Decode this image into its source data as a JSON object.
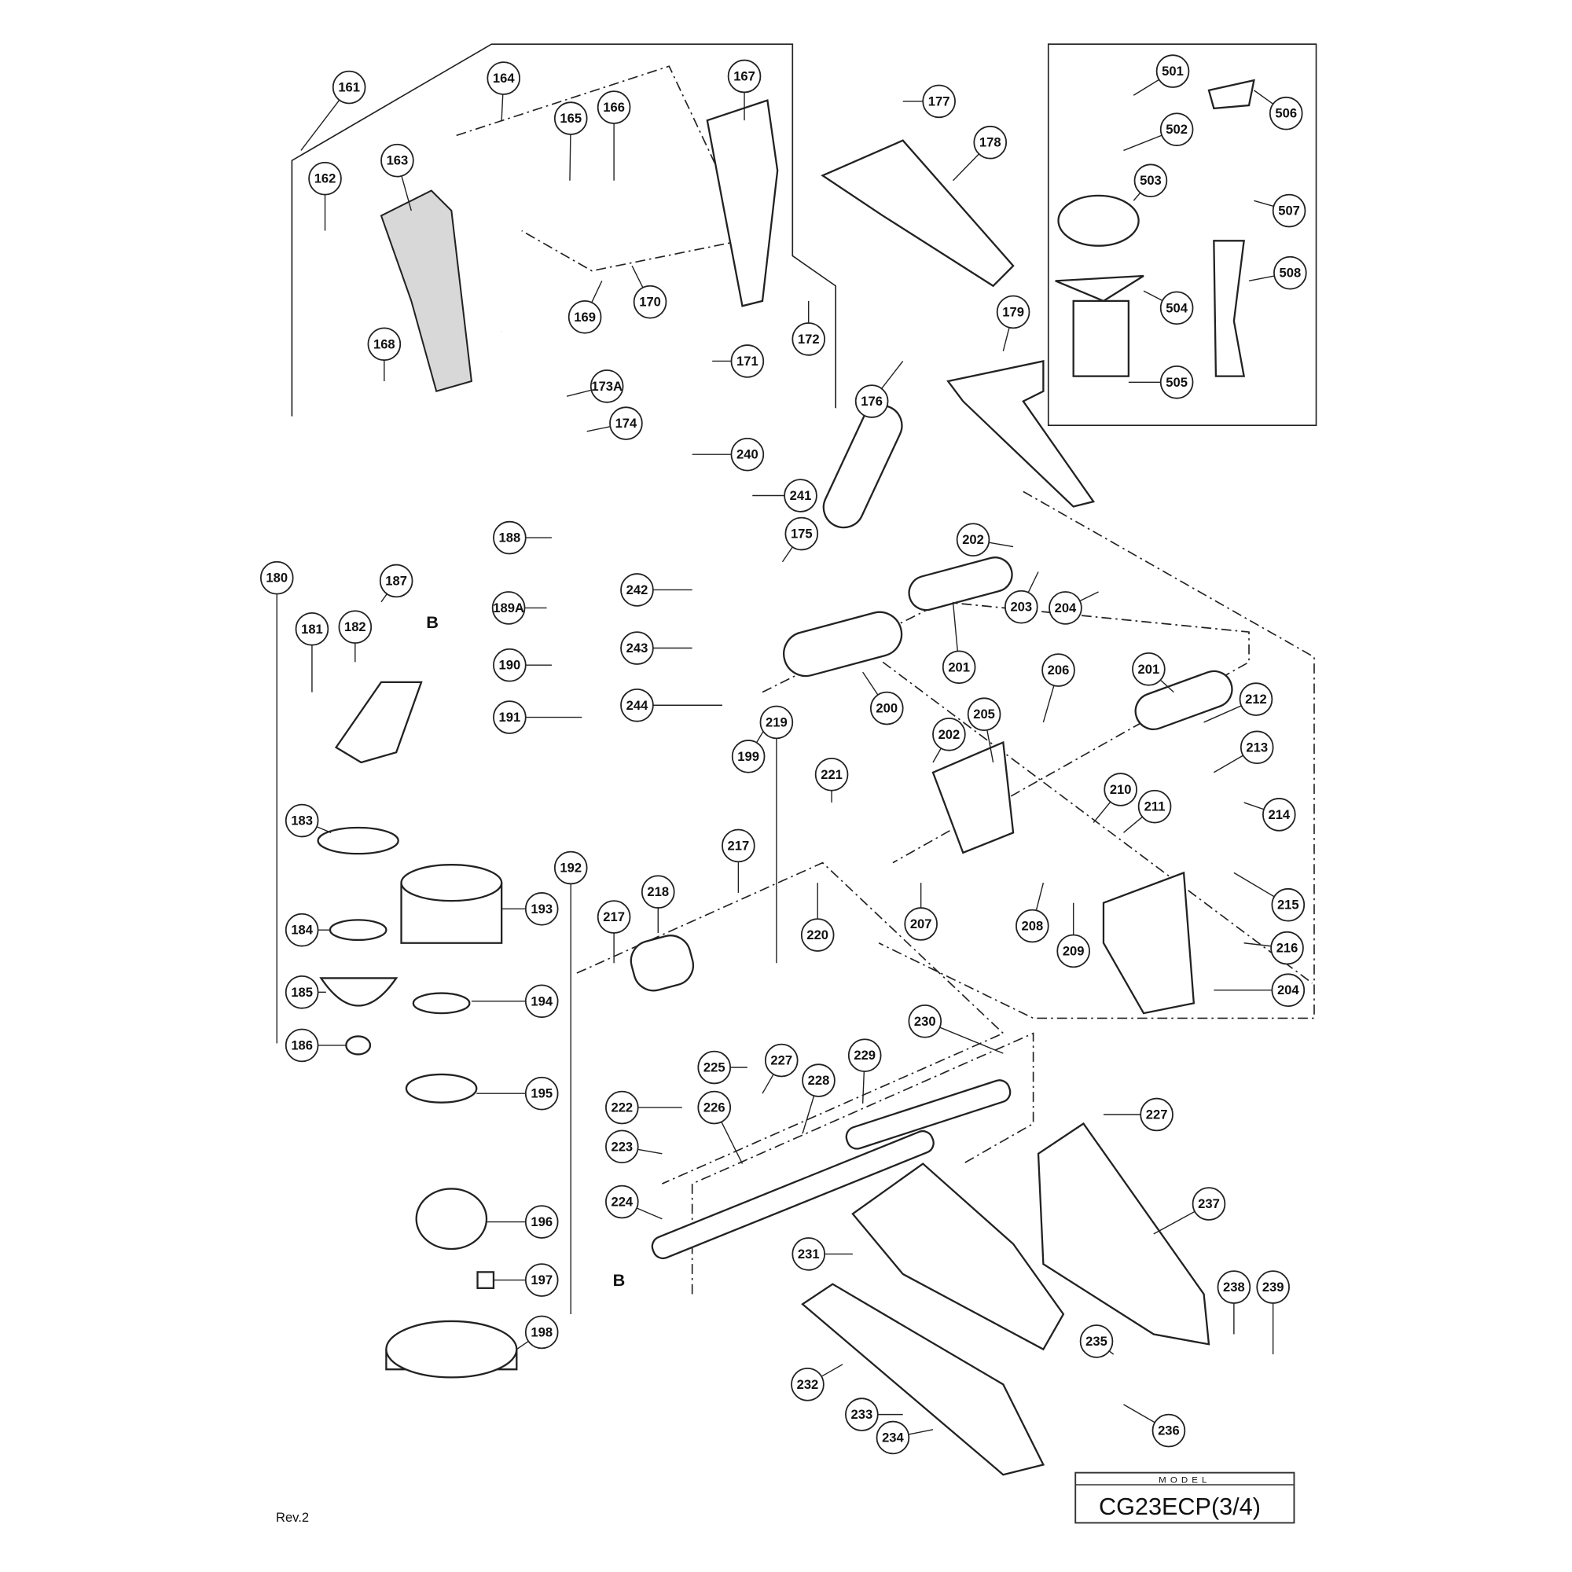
{
  "title_block": {
    "model_label": "MODEL",
    "model": "CG23ECP(3/4)"
  },
  "revision": "Rev.2",
  "reference_letters": [
    "B",
    "B"
  ],
  "callouts": [
    "161",
    "162",
    "163",
    "164",
    "165",
    "166",
    "167",
    "168",
    "169",
    "170",
    "171",
    "172",
    "173A",
    "174",
    "175",
    "176",
    "177",
    "178",
    "179",
    "180",
    "181",
    "182",
    "183",
    "184",
    "185",
    "186",
    "187",
    "188",
    "189A",
    "190",
    "191",
    "192",
    "193",
    "194",
    "195",
    "196",
    "197",
    "198",
    "199",
    "200",
    "201",
    "201",
    "202",
    "202",
    "203",
    "204",
    "204",
    "205",
    "206",
    "207",
    "208",
    "209",
    "210",
    "211",
    "212",
    "213",
    "214",
    "215",
    "216",
    "217",
    "217",
    "218",
    "219",
    "220",
    "221",
    "222",
    "223",
    "224",
    "225",
    "226",
    "227",
    "227",
    "228",
    "229",
    "230",
    "231",
    "232",
    "233",
    "234",
    "235",
    "236",
    "237",
    "238",
    "239",
    "240",
    "241",
    "242",
    "243",
    "244",
    "501",
    "502",
    "503",
    "504",
    "505",
    "506",
    "507",
    "508"
  ]
}
